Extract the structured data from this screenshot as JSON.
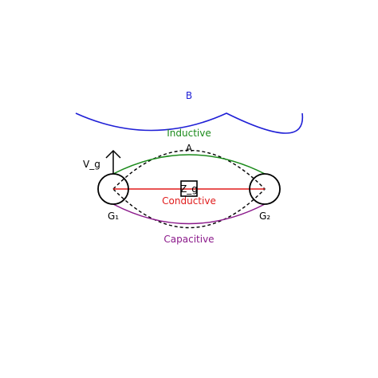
{
  "labels": {
    "b": "B",
    "a": "A",
    "inductive": "Inductive",
    "conductive": "Conductive",
    "capacitive": "Capacitive",
    "vg": "V_g",
    "zg": "Z_g",
    "g1": "G₁",
    "g2": "G₂"
  },
  "colors": {
    "b_curve": "#1f1fd6",
    "inductive": "#1a8a1a",
    "conductive": "#e01b1b",
    "capacitive": "#8b1a8b",
    "outline": "#000000"
  }
}
